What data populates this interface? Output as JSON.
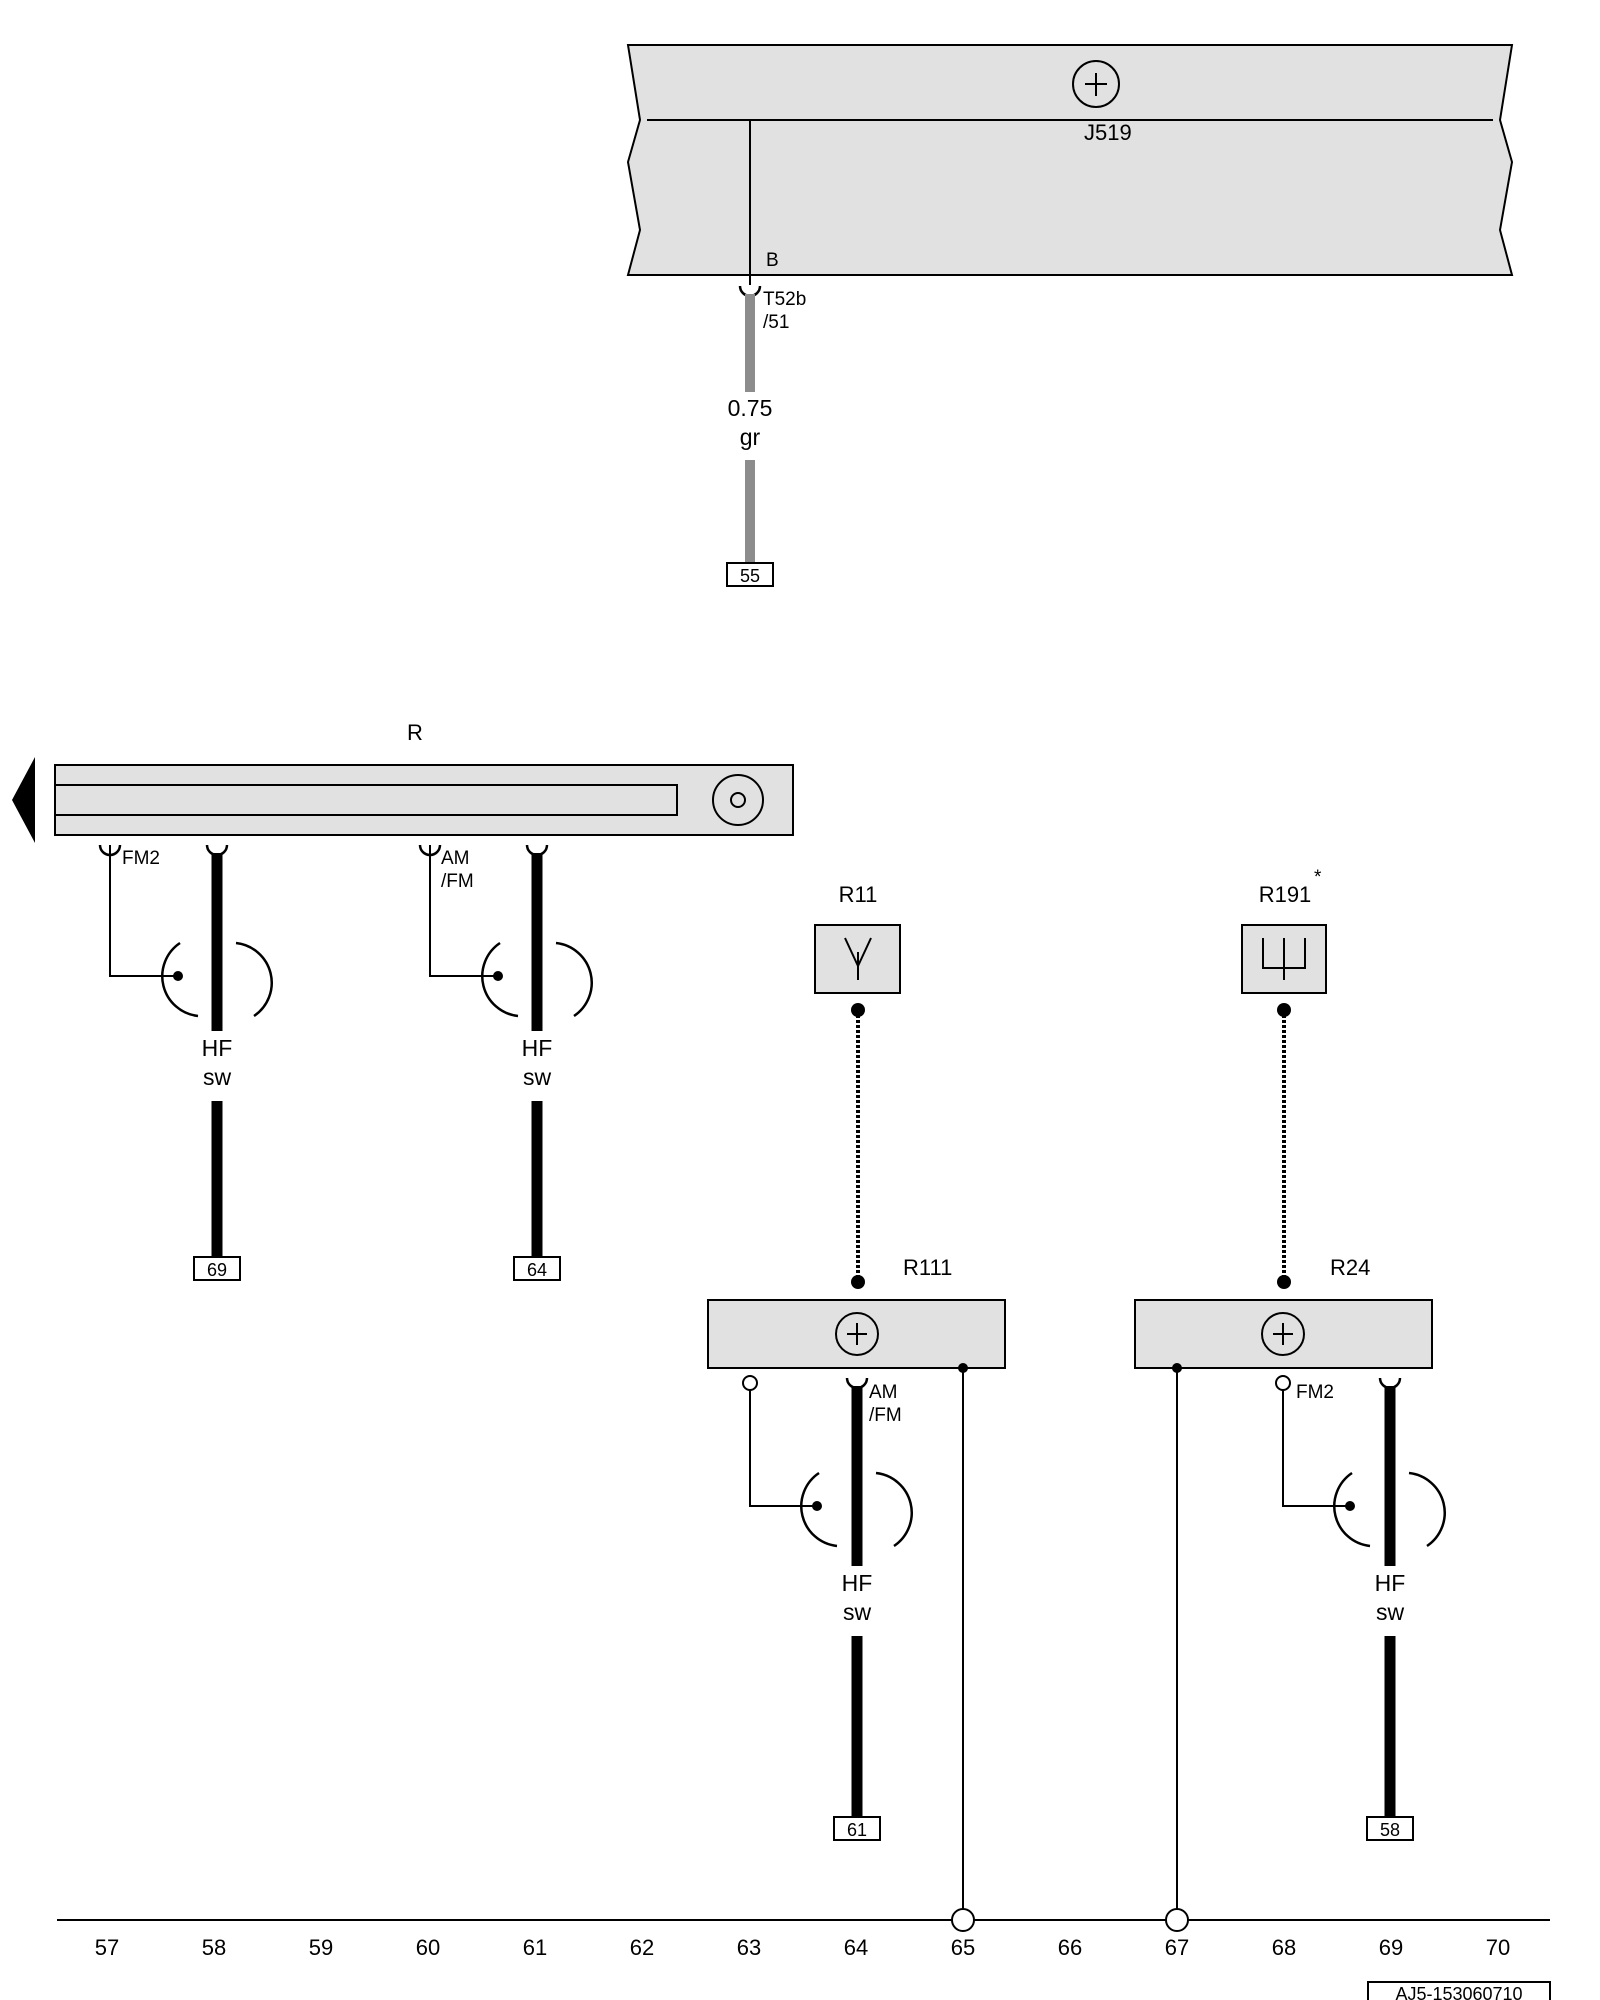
{
  "components": {
    "j519": {
      "label": "J519"
    },
    "r_radio": {
      "label": "R"
    },
    "r11": {
      "label": "R11"
    },
    "r191": {
      "label": "R191",
      "footnote_mark": "*"
    },
    "r111": {
      "label": "R111"
    },
    "r24": {
      "label": "R24"
    }
  },
  "pins": {
    "j519_b": "B",
    "t52b": "T52b",
    "t52b_51": "/51",
    "r_fm2": "FM2",
    "r_amfm_1": "AM",
    "r_amfm_2": "/FM",
    "r111_amfm_1": "AM",
    "r111_amfm_2": "/FM",
    "r24_fm2": "FM2"
  },
  "wires": {
    "w1": {
      "size": "0.75",
      "color": "gr",
      "ref": "55"
    },
    "w2": {
      "type": "HF",
      "color": "sw",
      "ref": "69"
    },
    "w3": {
      "type": "HF",
      "color": "sw",
      "ref": "64"
    },
    "w4": {
      "type": "HF",
      "color": "sw",
      "ref": "61"
    },
    "w5": {
      "type": "HF",
      "color": "sw",
      "ref": "58"
    }
  },
  "scale": [
    "57",
    "58",
    "59",
    "60",
    "61",
    "62",
    "63",
    "64",
    "65",
    "66",
    "67",
    "68",
    "69",
    "70"
  ],
  "doc_id": "AJ5-153060710"
}
